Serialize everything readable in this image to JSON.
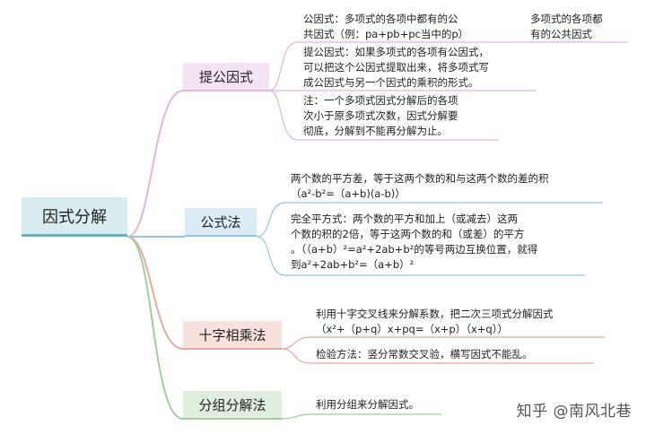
{
  "title": "因式分解",
  "branches": [
    {
      "label": "提公因式",
      "leaves": [
        "公因式：多项式的各项中都有的公\n共因式（例：pa+pb+pc当中的p）",
        "提公因式：如果多项式的各项有公因式，\n可以把这个公因式提取出来，将多项式写\n成公因式与另一个因式的乘积的形式。",
        "注：一个多项式因式分解后的各项\n次小于原多项式次数，因式分解要\n彻底，分解到不能再分解为止。"
      ],
      "side_note": "多项式的各项都\n有的公共因式"
    },
    {
      "label": "公式法",
      "leaves": [
        "两个数的平方差，等于这两个数的和与这两个数的差的积\n（a²-b²=（a+b)(a-b)）",
        "完全平方式：两个数的平方和加上（或减去）这两\n个数的积的2倍，等于这两个数的和（或差）的平方\n。（（a+b）²=a²+2ab+b²的等号两边互换位置，就得\n到a²+2ab+b²=（a+b）²"
      ]
    },
    {
      "label": "十字相乘法",
      "leaves": [
        "利用十字交叉线来分解系数，把二次三项式分解因式\n（x²+（p+q）x+pq=（x+p）（x+q））",
        "检验方法：竖分常数交叉验，横写因式不能乱。"
      ]
    },
    {
      "label": "分组分解法",
      "leaves": [
        "利用分组来分解因式。"
      ]
    }
  ],
  "watermark": "知乎 @南风北巷",
  "colors": {
    "root": "#5ab6bf",
    "branch1": "#e3b3e3",
    "branch2": "#8fc5e6",
    "branch3": "#e6aa9e",
    "branch4": "#9fd09b"
  }
}
